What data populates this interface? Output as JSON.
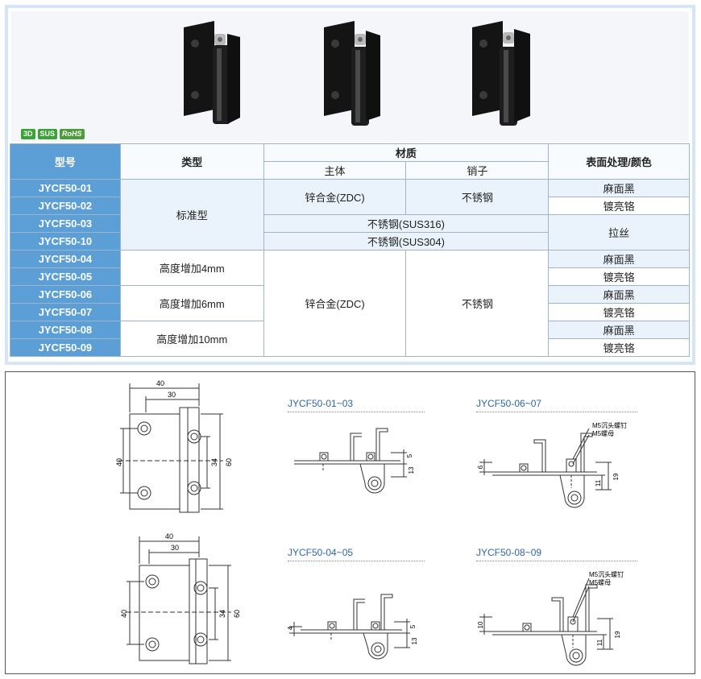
{
  "badges": {
    "b3d": "3D",
    "sus": "SUS",
    "rohs": "RoHS"
  },
  "table": {
    "headers": {
      "model": "型号",
      "type": "类型",
      "material": "材质",
      "body": "主体",
      "pin": "销子",
      "finish": "表面处理/颜色"
    },
    "models": [
      "JYCF50-01",
      "JYCF50-02",
      "JYCF50-03",
      "JYCF50-10",
      "JYCF50-04",
      "JYCF50-05",
      "JYCF50-06",
      "JYCF50-07",
      "JYCF50-08",
      "JYCF50-09"
    ],
    "types": {
      "standard": "标准型",
      "h4": "高度增加4mm",
      "h6": "高度增加6mm",
      "h10": "高度增加10mm"
    },
    "materials": {
      "zinc": "锌合金(ZDC)",
      "stainless": "不锈钢",
      "sus316": "不锈钢(SUS316)",
      "sus304": "不锈钢(SUS304)",
      "zinc2": "锌合金(ZDC)",
      "stainless2": "不锈钢"
    },
    "finishes": {
      "f1": "麻面黑",
      "f2": "镀亮铬",
      "f3": "拉丝",
      "f4": "麻面黑",
      "f5": "镀亮铬",
      "f6": "麻面黑",
      "f7": "镀亮铬",
      "f8": "麻面黑",
      "f9": "镀亮铬"
    }
  },
  "drawings": {
    "titles": {
      "t1": "JYCF50-01~03",
      "t2": "JYCF50-06~07",
      "t3": "JYCF50-04~05",
      "t4": "JYCF50-08~09"
    },
    "dims": {
      "w40": "40",
      "w30": "30",
      "h40": "40",
      "h34": "34",
      "h60": "60",
      "d5": "5",
      "d13": "13",
      "d6": "6",
      "d11": "11",
      "d19": "19",
      "d4": "4",
      "d10": "10"
    },
    "notes": {
      "screw": "M5沉头螺钉",
      "nut": "M5螺母"
    }
  }
}
